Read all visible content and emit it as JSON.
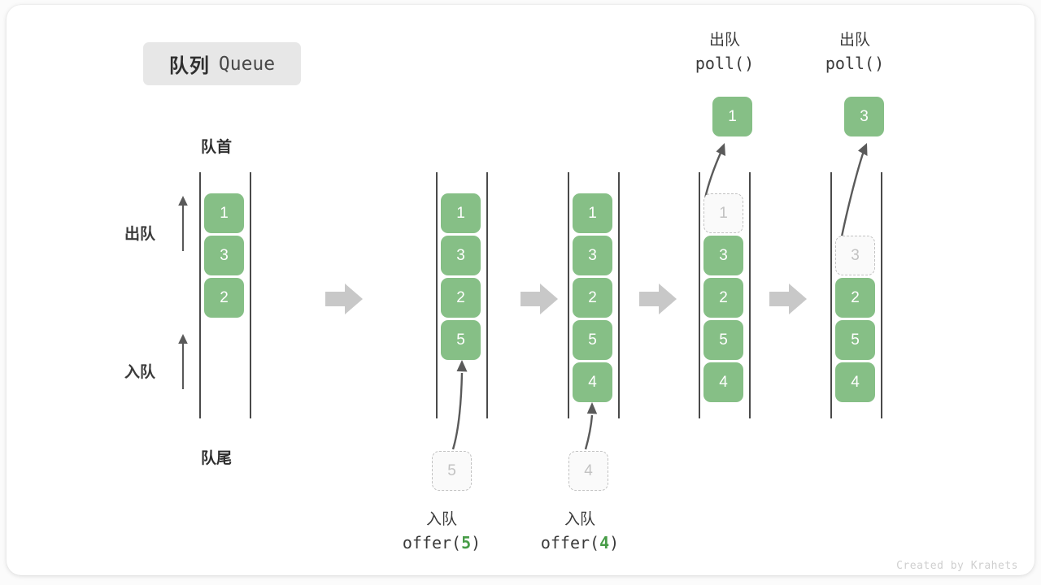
{
  "title": {
    "cn": "队列",
    "en": "Queue"
  },
  "labels": {
    "head": "队首",
    "tail": "队尾",
    "dequeue": "出队",
    "enqueue": "入队"
  },
  "watermark": "Created by Krahets",
  "colors": {
    "cell_fill": "#86bf86",
    "cell_text": "#ffffff",
    "ghost_border": "#c2c2c2",
    "ghost_text": "#c2c2c2",
    "rail": "#4a4a4a",
    "arrow": "#c8c8c8",
    "curve_arrow": "#5a5a5a",
    "badge_bg": "#e7e7e7",
    "accent_green": "#479c47"
  },
  "diagram": {
    "type": "queue-operation-sequence",
    "columns": [
      {
        "name": "initial",
        "slots": [
          {
            "value": "1",
            "state": "filled"
          },
          {
            "value": "3",
            "state": "filled"
          },
          {
            "value": "2",
            "state": "filled"
          },
          {
            "value": "",
            "state": "empty"
          },
          {
            "value": "",
            "state": "empty"
          },
          {
            "value": "",
            "state": "empty"
          }
        ],
        "caption_cn": "",
        "caption_code": "",
        "caption_arg": "",
        "top_cn": "",
        "top_code": "",
        "popped": null,
        "pending": null
      },
      {
        "name": "offer-5",
        "slots": [
          {
            "value": "1",
            "state": "filled"
          },
          {
            "value": "3",
            "state": "filled"
          },
          {
            "value": "2",
            "state": "filled"
          },
          {
            "value": "5",
            "state": "filled"
          },
          {
            "value": "",
            "state": "empty"
          },
          {
            "value": "",
            "state": "empty"
          }
        ],
        "caption_cn": "入队",
        "caption_code_pre": "offer(",
        "caption_arg": "5",
        "caption_code_post": ")",
        "top_cn": "",
        "top_code": "",
        "popped": null,
        "pending": "5"
      },
      {
        "name": "offer-4",
        "slots": [
          {
            "value": "1",
            "state": "filled"
          },
          {
            "value": "3",
            "state": "filled"
          },
          {
            "value": "2",
            "state": "filled"
          },
          {
            "value": "5",
            "state": "filled"
          },
          {
            "value": "4",
            "state": "filled"
          },
          {
            "value": "",
            "state": "empty"
          }
        ],
        "caption_cn": "入队",
        "caption_code_pre": "offer(",
        "caption_arg": "4",
        "caption_code_post": ")",
        "top_cn": "",
        "top_code": "",
        "popped": null,
        "pending": "4"
      },
      {
        "name": "poll-1",
        "slots": [
          {
            "value": "1",
            "state": "ghost"
          },
          {
            "value": "3",
            "state": "filled"
          },
          {
            "value": "2",
            "state": "filled"
          },
          {
            "value": "5",
            "state": "filled"
          },
          {
            "value": "4",
            "state": "filled"
          },
          {
            "value": "",
            "state": "empty"
          }
        ],
        "caption_cn": "",
        "caption_code": "",
        "top_cn": "出队",
        "top_code": "poll()",
        "popped": "1",
        "pending": null
      },
      {
        "name": "poll-3",
        "slots": [
          {
            "value": "",
            "state": "empty"
          },
          {
            "value": "3",
            "state": "ghost"
          },
          {
            "value": "2",
            "state": "filled"
          },
          {
            "value": "5",
            "state": "filled"
          },
          {
            "value": "4",
            "state": "filled"
          },
          {
            "value": "",
            "state": "empty"
          }
        ],
        "caption_cn": "",
        "caption_code": "",
        "top_cn": "出队",
        "top_code": "poll()",
        "popped": "3",
        "pending": null
      }
    ]
  }
}
